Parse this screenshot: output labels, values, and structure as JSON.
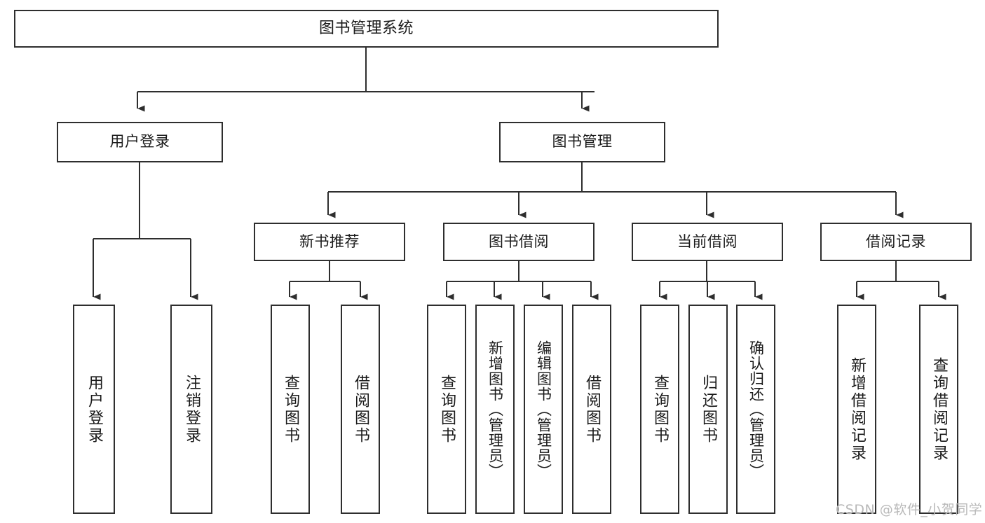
{
  "diagram": {
    "title_node": {
      "label": "图书管理系统"
    },
    "level2": [
      {
        "id": "user-login",
        "label": "用户登录"
      },
      {
        "id": "book-management",
        "label": "图书管理"
      }
    ],
    "level3": [
      {
        "id": "new-book-recommend",
        "label": "新书推荐"
      },
      {
        "id": "book-borrow",
        "label": "图书借阅"
      },
      {
        "id": "current-borrow",
        "label": "当前借阅"
      },
      {
        "id": "borrow-record",
        "label": "借阅记录"
      }
    ],
    "leaves": [
      {
        "id": "leaf-user-login",
        "label": "用户登录",
        "parent": "user-login"
      },
      {
        "id": "leaf-logout-login",
        "label": "注销登录",
        "parent": "user-login"
      },
      {
        "id": "leaf-query-book-1",
        "label": "查询图书",
        "parent": "new-book-recommend"
      },
      {
        "id": "leaf-borrow-book-1",
        "label": "借阅图书",
        "parent": "new-book-recommend"
      },
      {
        "id": "leaf-query-book-2",
        "label": "查询图书",
        "parent": "book-borrow"
      },
      {
        "id": "leaf-add-book",
        "label": "新增图书（管理员）",
        "parent": "book-borrow"
      },
      {
        "id": "leaf-edit-book",
        "label": "编辑图书（管理员）",
        "parent": "book-borrow"
      },
      {
        "id": "leaf-borrow-book-2",
        "label": "借阅图书",
        "parent": "book-borrow"
      },
      {
        "id": "leaf-query-book-3",
        "label": "查询图书",
        "parent": "current-borrow"
      },
      {
        "id": "leaf-return-book",
        "label": "归还图书",
        "parent": "current-borrow"
      },
      {
        "id": "leaf-confirm-return",
        "label": "确认归还（管理员）",
        "parent": "current-borrow"
      },
      {
        "id": "leaf-add-record",
        "label": "新增借阅记录",
        "parent": "borrow-record"
      },
      {
        "id": "leaf-query-record",
        "label": "查询借阅记录",
        "parent": "borrow-record"
      }
    ],
    "watermark": "CSDN @软件_小贺同学",
    "colors": {
      "stroke": "#2e2e2e",
      "fill": "#ffffff",
      "text": "#1a1a1a",
      "watermark": "#b9b9b9"
    }
  }
}
